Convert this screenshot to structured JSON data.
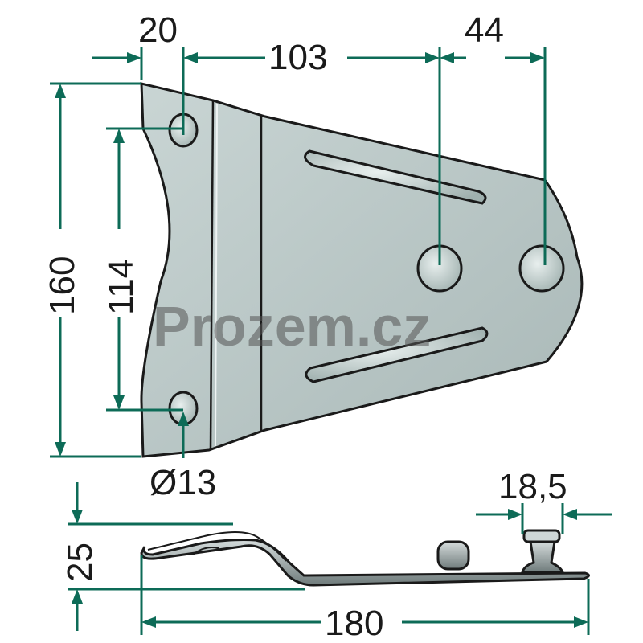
{
  "colors": {
    "dimension": "#0d6b57",
    "plate_fill": "#b9c7c6",
    "outline": "#1a1a1a",
    "side_view": "#8e9a9a"
  },
  "dimensions": {
    "hole_offset": "20",
    "hole_to_slot_center": "103",
    "slot_to_far_hole": "44",
    "total_height": "160",
    "hole_spacing": "114",
    "hole_diameter": "Ø13",
    "thickness": "25",
    "total_length": "180",
    "stud_width": "18,5"
  },
  "watermark": "Prozem.cz"
}
